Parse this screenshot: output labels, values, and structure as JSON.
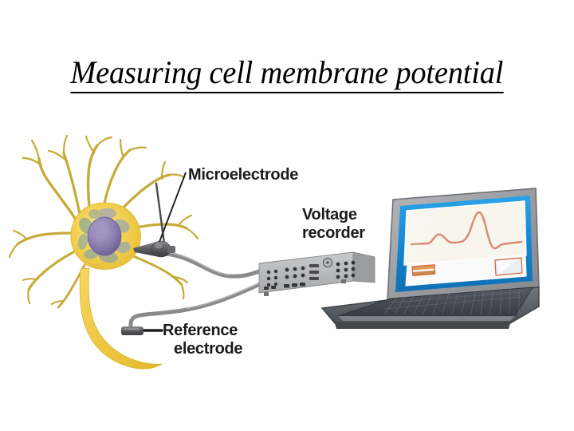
{
  "slide": {
    "title": "Measuring cell membrane potential",
    "background_color": "#ffffff"
  },
  "diagram": {
    "name": "cell-membrane-potential-measurement",
    "labels": {
      "microelectrode": "Microelectrode",
      "voltage_recorder_line1": "Voltage",
      "voltage_recorder_line2": "recorder",
      "reference_electrode_line1": "Reference",
      "reference_electrode_line2": "electrode"
    },
    "components": {
      "neuron": {
        "name": "neuron-cell",
        "body_color": "#f2cc49",
        "body_color_light": "#fbe89a",
        "dendrite_color": "#c9ae3c",
        "nucleus_color": "#8a7aa8",
        "organelle_color": "#7fa898"
      },
      "microelectrode": {
        "name": "microelectrode-probe",
        "color": "#5a5a5c"
      },
      "reference_electrode": {
        "name": "reference-electrode-probe",
        "color": "#6a6a6c"
      },
      "cables": {
        "name": "signal-cables",
        "color": "#8c8c8e"
      },
      "voltage_recorder": {
        "name": "voltage-recorder-box",
        "face_color": "#b6b8ba",
        "top_color": "#d2d4d6",
        "side_color": "#8e9092",
        "control_color": "#3a3a3c"
      },
      "laptop": {
        "name": "laptop-computer",
        "bezel_color": "#9a9ca0",
        "screen_border_color": "#1a8ed6",
        "screen_bg_color": "#f8f5ec",
        "trace_color": "#d88a72",
        "keyboard_color": "#3f434a",
        "base_color": "#5c6068"
      }
    }
  },
  "chart_data": {
    "type": "line",
    "title": "Membrane potential trace on voltage recorder screen",
    "xlabel": "",
    "ylabel": "",
    "x": [
      0,
      1,
      2,
      3,
      4,
      5,
      6,
      7,
      8,
      9,
      10,
      11,
      12,
      13,
      14,
      15,
      16,
      17,
      18
    ],
    "values": [
      0,
      0,
      0,
      0.1,
      0.45,
      0.5,
      0.3,
      0.05,
      0,
      0.1,
      0.9,
      1.0,
      0.7,
      0.1,
      -0.3,
      -0.15,
      0,
      0,
      0
    ],
    "legend": [],
    "grid": false,
    "ylim": [
      -0.5,
      1.2
    ]
  }
}
